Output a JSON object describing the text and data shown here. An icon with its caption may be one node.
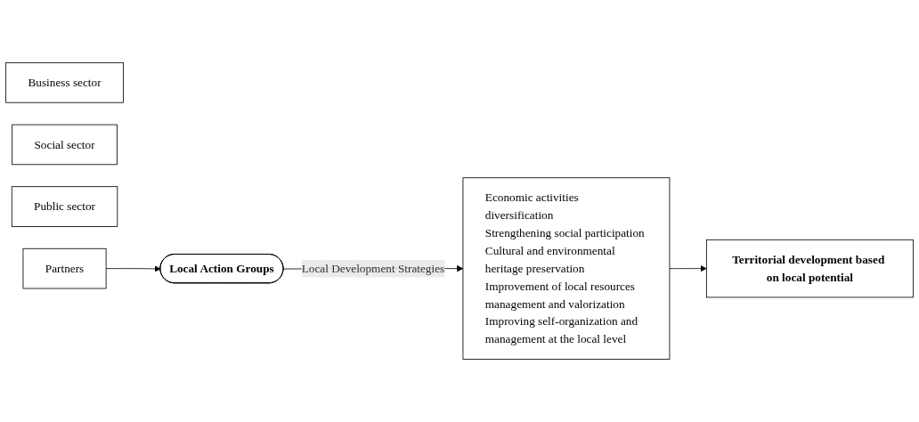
{
  "diagram": {
    "nodes": [
      {
        "text": [
          "Business sector"
        ]
      },
      {
        "text": [
          "Social sector"
        ]
      },
      {
        "text": [
          "Public sector"
        ]
      },
      {
        "text": [
          "Partners"
        ]
      },
      {
        "text": [
          "Local Action Groups"
        ]
      },
      {
        "text": [
          "Economic activities diversification",
          "Strengthening social participation",
          "Cultural and environmental heritage preservation",
          "Improvement of local resources management and valorization",
          "Improving self-organization and management at the local level"
        ]
      },
      {
        "text": [
          "Territorial development based on local potential"
        ]
      }
    ],
    "edges": [
      {
        "from": 3,
        "to": 4,
        "arrow": "to"
      },
      {
        "from": 4,
        "to": 5,
        "arrow": "to",
        "label": "Local Development Strategies"
      },
      {
        "from": 5,
        "to": 6,
        "arrow": "to"
      }
    ]
  }
}
